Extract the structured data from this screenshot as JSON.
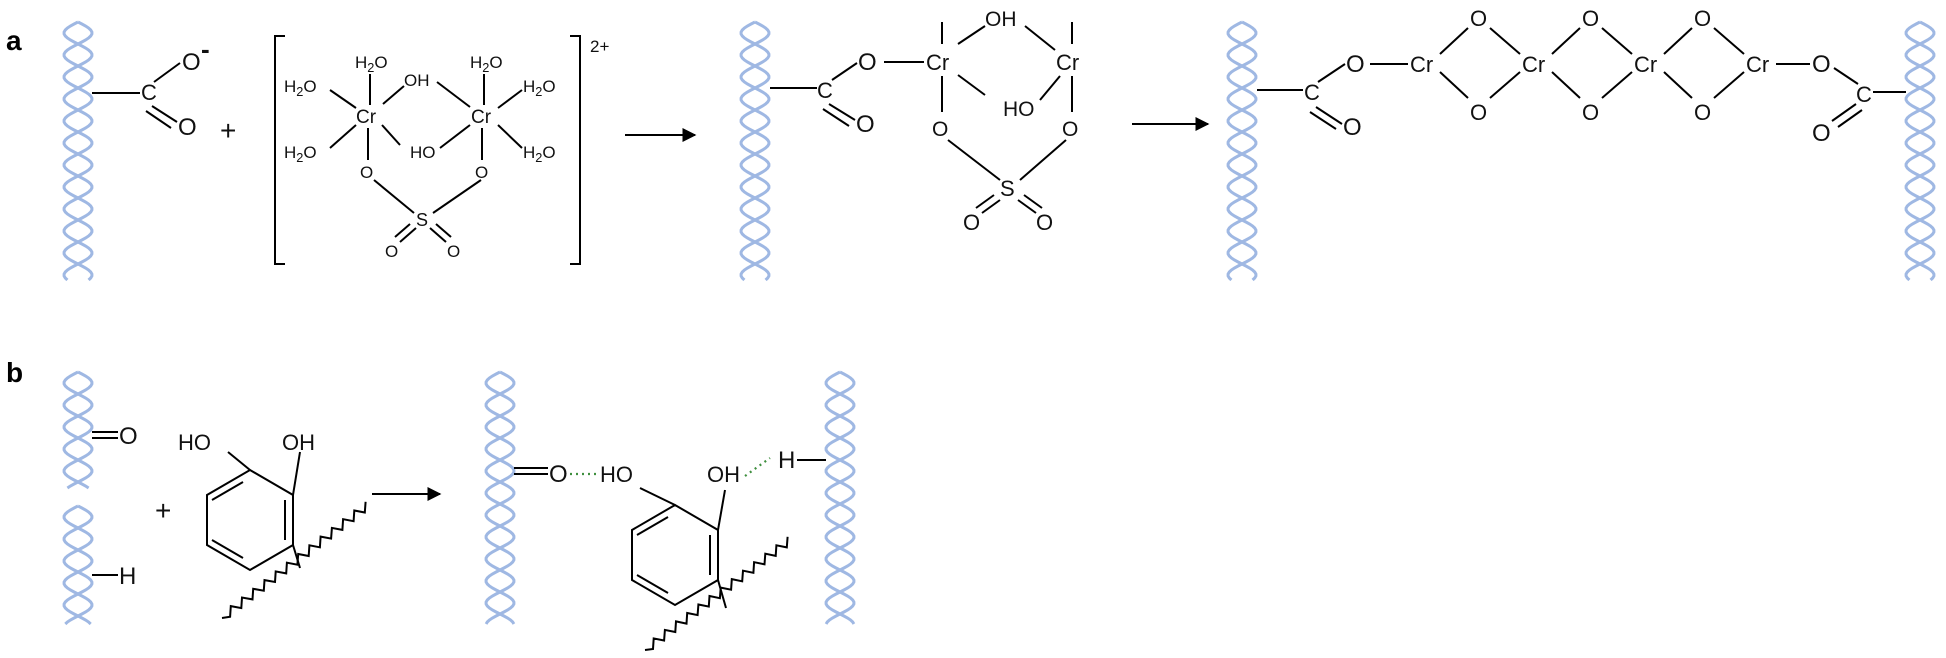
{
  "colors": {
    "fiber_strand": "#9fb8e3",
    "bond": "#000000",
    "hydrogen_bond": "#3f8f3f",
    "background": "#ffffff"
  },
  "panels": {
    "a": {
      "letter": "a"
    },
    "b": {
      "letter": "b"
    }
  },
  "text": {
    "carboxylate_o": "O",
    "neg_charge": "-",
    "c": "C",
    "o": "O",
    "plus": "+",
    "h2o": "H2O",
    "oh": "OH",
    "ho": "HO",
    "cr": "Cr",
    "s": "S",
    "charge_2plus": "2+",
    "h": "H"
  }
}
